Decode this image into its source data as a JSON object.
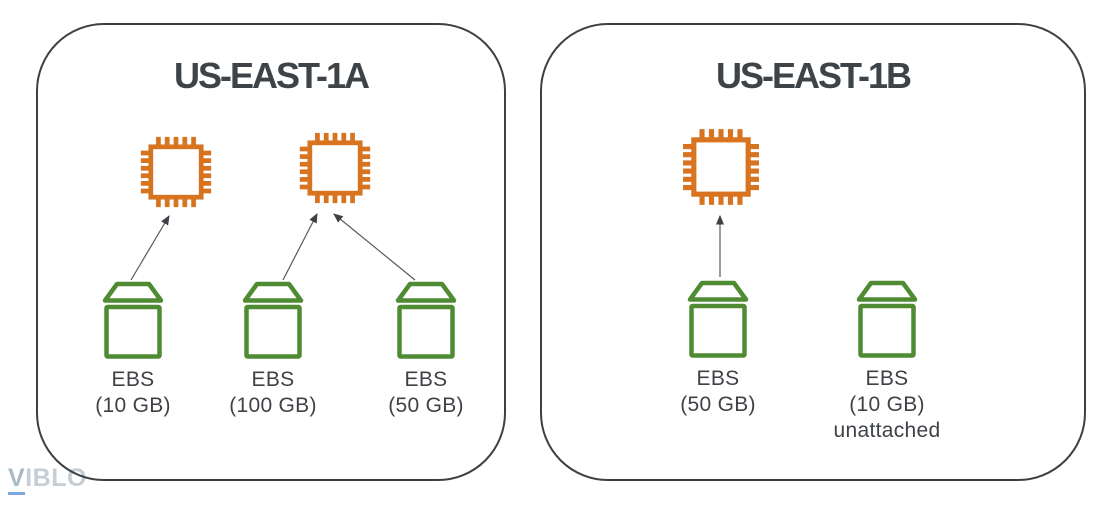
{
  "zones": [
    {
      "title": "US-EAST-1A",
      "instances": [
        {
          "icon": "ec2-instance-chip"
        },
        {
          "icon": "ec2-instance-chip"
        }
      ],
      "volumes": [
        {
          "name": "EBS",
          "size": "(10 GB)"
        },
        {
          "name": "EBS",
          "size": "(100 GB)"
        },
        {
          "name": "EBS",
          "size": "(50 GB)"
        }
      ],
      "attachments": [
        {
          "volume_index": 0,
          "instance_index": 0
        },
        {
          "volume_index": 1,
          "instance_index": 1
        },
        {
          "volume_index": 2,
          "instance_index": 1
        }
      ]
    },
    {
      "title": "US-EAST-1B",
      "instances": [
        {
          "icon": "ec2-instance-chip"
        }
      ],
      "volumes": [
        {
          "name": "EBS",
          "size": "(50 GB)"
        },
        {
          "name": "EBS",
          "size": "(10 GB)",
          "note": "unattached"
        }
      ],
      "attachments": [
        {
          "volume_index": 0,
          "instance_index": 0
        }
      ]
    }
  ],
  "watermark": {
    "brand_initial": "V",
    "brand_rest": "IBLO"
  },
  "colors": {
    "instance_orange": "#D8731F",
    "volume_green": "#4E8B33",
    "zone_border": "#3C4145",
    "text_dark": "#3E4347",
    "arrow": "#55595C",
    "watermark_gray": "#C6CED5",
    "watermark_accent_blue": "#7BA7DC"
  }
}
